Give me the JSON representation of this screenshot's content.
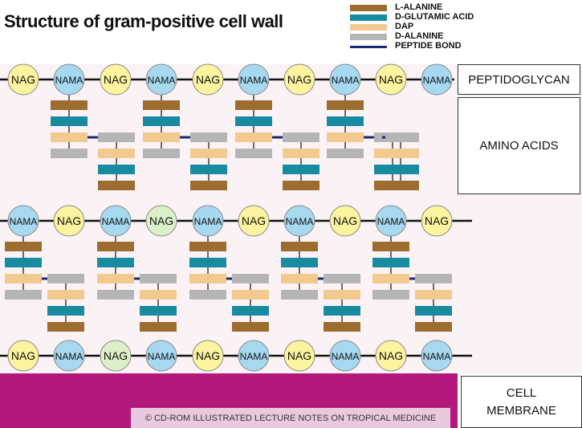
{
  "title": "Structure of gram-positive cell wall",
  "legend": [
    {
      "label": "L-ALANINE",
      "color": "#9c6d2e",
      "kind": "bar"
    },
    {
      "label": "D-GLUTAMIC ACID",
      "color": "#178ba0",
      "kind": "bar"
    },
    {
      "label": "DAP",
      "color": "#f2c98e",
      "kind": "bar"
    },
    {
      "label": "D-ALANINE",
      "color": "#b5b5b7",
      "kind": "bar"
    },
    {
      "label": "PEPTIDE BOND",
      "color": "#1d2a6b",
      "kind": "line"
    }
  ],
  "labels": {
    "peptidoglycan": "PEPTIDOGLYCAN",
    "amino_acids": "AMINO ACIDS",
    "cell_membrane": "CELL MEMBRANE"
  },
  "copyright": "© CD-ROM ILLUSTRATED LECTURE NOTES ON TROPICAL MEDICINE",
  "colors": {
    "nag": "#fbf39e",
    "nama": "#a6d8f0",
    "nag_alt": "#dcf0c8",
    "membrane": "#b3197a"
  },
  "sugar_rows": [
    [
      "NAG",
      "NAMA",
      "NAG",
      "NAMA",
      "NAG",
      "NAMA",
      "NAG",
      "NAMA",
      "NAG",
      "NAMA"
    ],
    [
      "NAMA",
      "NAG",
      "NAMA",
      "NAG",
      "NAMA",
      "NAG",
      "NAMA",
      "NAG",
      "NAMA",
      "NAG"
    ],
    [
      "NAG",
      "NAMA",
      "NAG",
      "NAMA",
      "NAG",
      "NAMA",
      "NAG",
      "NAMA",
      "NAG",
      "NAMA"
    ]
  ],
  "pale_nag": [
    [
      1,
      3
    ],
    [
      2,
      2
    ]
  ]
}
